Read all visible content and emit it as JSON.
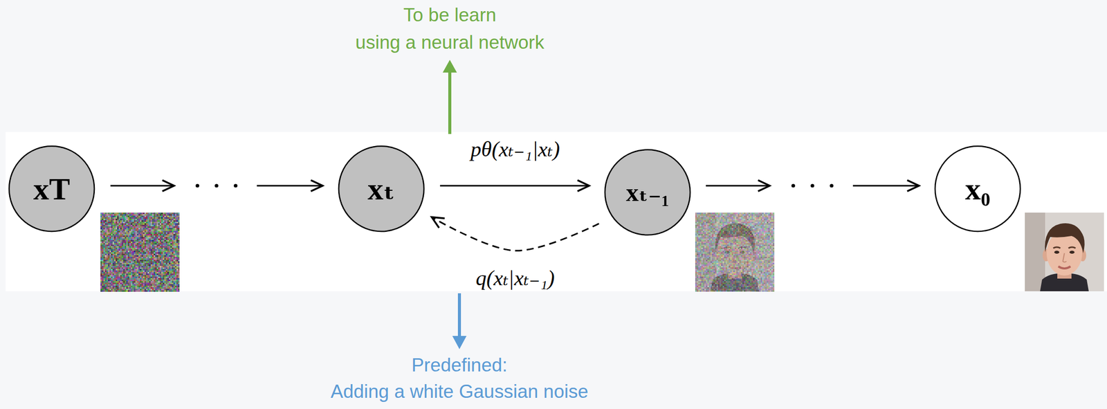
{
  "diagram": {
    "nodes": [
      {
        "text": [
          "xT"
        ]
      },
      {
        "text": [
          "xₜ"
        ]
      },
      {
        "text": [
          "xₜ₋₁"
        ]
      },
      {
        "text": [
          "x₀"
        ]
      }
    ],
    "edges": [
      {
        "from": 0,
        "to": 1,
        "arrow": "to"
      },
      {
        "from": 1,
        "to": 2,
        "arrow": "to",
        "label": "pθ(xₜ₋₁|xₜ)"
      },
      {
        "from": 2,
        "to": 1,
        "arrow": "to",
        "label": "q(xₜ|xₜ₋₁)"
      },
      {
        "from": 2,
        "to": 3,
        "arrow": "to"
      }
    ],
    "labels": [
      "To be learn",
      "using a neural network",
      "Predefined:",
      "Adding a white Gaussian noise"
    ]
  }
}
